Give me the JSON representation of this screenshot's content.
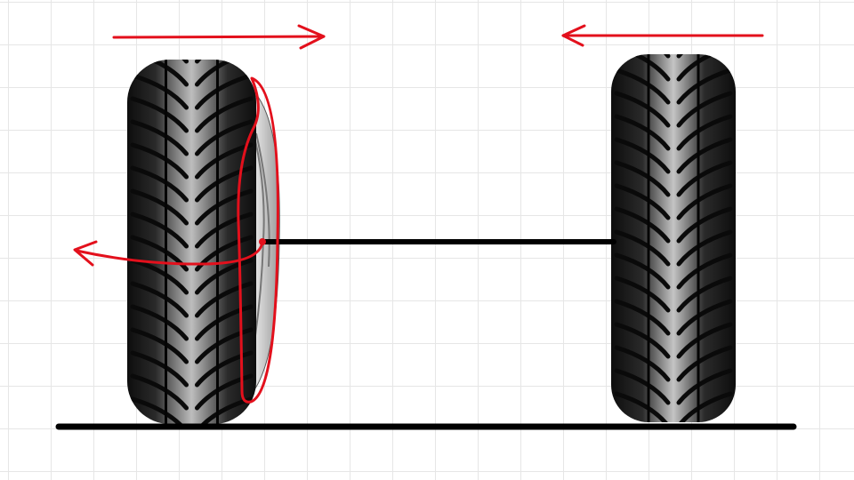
{
  "diagram": {
    "background": "#ffffff",
    "grid_color": "#e6e6e6",
    "tire_colors": {
      "rubber_dark": "#111111",
      "rubber_mid": "#2a2a2a",
      "rubber_light": "#bdbdbd",
      "groove": "#0a0a0a",
      "rim": "#cfcfcf"
    },
    "line_color": "#000000",
    "annotation_color": "#e3101c",
    "elements": [
      {
        "id": "left-tire",
        "kind": "tire",
        "pose": "tilted-rim-visible"
      },
      {
        "id": "right-tire",
        "kind": "tire",
        "pose": "upright"
      },
      {
        "id": "axle-line",
        "kind": "line",
        "meaning": "axle"
      },
      {
        "id": "ground-line",
        "kind": "line",
        "meaning": "ground"
      },
      {
        "id": "top-left-arrow",
        "kind": "arrow",
        "direction": "right"
      },
      {
        "id": "top-right-arrow",
        "kind": "arrow",
        "direction": "left"
      },
      {
        "id": "side-arrow",
        "kind": "arrow",
        "direction": "left"
      },
      {
        "id": "wheel-outline",
        "kind": "outline"
      }
    ]
  }
}
